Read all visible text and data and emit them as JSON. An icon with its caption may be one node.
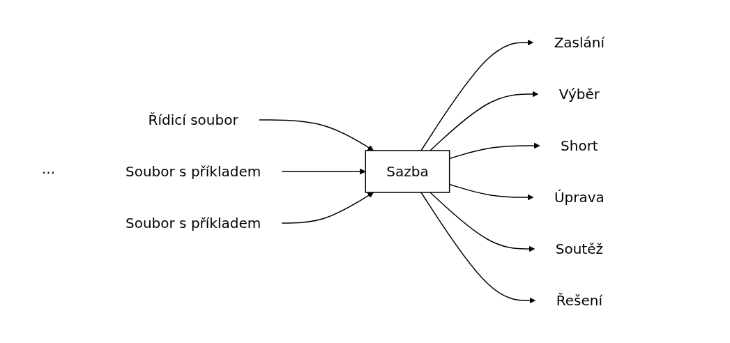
{
  "diagram": {
    "nodes": [
      {
        "text": [
          "Řídicí soubor"
        ]
      },
      {
        "text": [
          "Soubor s příkladem"
        ]
      },
      {
        "text": [
          "Soubor s příkladem"
        ]
      },
      {
        "text": [
          "Sazba"
        ]
      },
      {
        "text": [
          "Zaslání"
        ]
      },
      {
        "text": [
          "Výběr"
        ]
      },
      {
        "text": [
          "Short"
        ]
      },
      {
        "text": [
          "Úprava"
        ]
      },
      {
        "text": [
          "Soutěž"
        ]
      },
      {
        "text": [
          "Řešení"
        ]
      }
    ],
    "edges": [
      {
        "from": 0,
        "to": 3,
        "arrow": "to"
      },
      {
        "from": 1,
        "to": 3,
        "arrow": "to"
      },
      {
        "from": 2,
        "to": 3,
        "arrow": "to"
      },
      {
        "from": 3,
        "to": 4,
        "arrow": "to"
      },
      {
        "from": 3,
        "to": 5,
        "arrow": "to"
      },
      {
        "from": 3,
        "to": 6,
        "arrow": "to"
      },
      {
        "from": 3,
        "to": 7,
        "arrow": "to"
      },
      {
        "from": 3,
        "to": 8,
        "arrow": "to"
      },
      {
        "from": 3,
        "to": 9,
        "arrow": "to"
      }
    ],
    "labels": [
      "..."
    ]
  }
}
